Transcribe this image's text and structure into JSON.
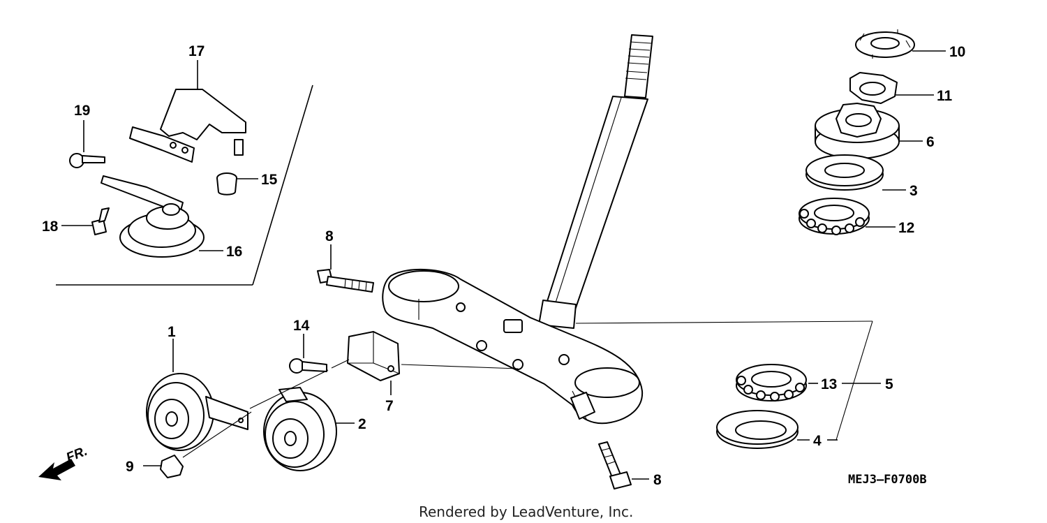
{
  "diagram": {
    "code": "MEJ3—F0700B",
    "credit": "Rendered by LeadVenture, Inc.",
    "direction_label": "FR.",
    "callouts": {
      "c1": "1",
      "c2": "2",
      "c3": "3",
      "c4": "4",
      "c5": "5",
      "c6": "6",
      "c7": "7",
      "c8a": "8",
      "c8b": "8",
      "c9": "9",
      "c10": "10",
      "c11": "11",
      "c12": "12",
      "c13": "13",
      "c14": "14",
      "c15": "15",
      "c16": "16",
      "c17": "17",
      "c18": "18",
      "c19": "19"
    }
  }
}
